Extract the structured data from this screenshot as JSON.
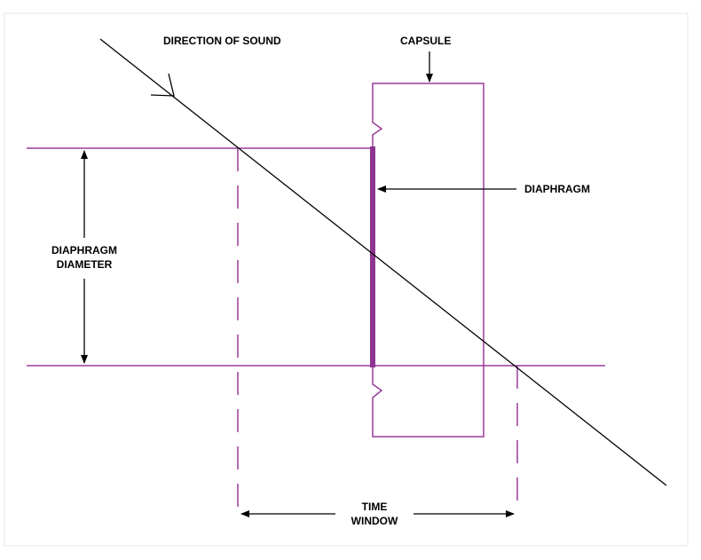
{
  "labels": {
    "direction_of_sound": "DIRECTION OF SOUND",
    "capsule": "CAPSULE",
    "diaphragm": "DIAPHRAGM",
    "diaphragm_diameter_line1": "DIAPHRAGM",
    "diaphragm_diameter_line2": "DIAMETER",
    "time_window_line1": "TIME",
    "time_window_line2": "WINDOW"
  },
  "colors": {
    "purple": "#9b3a9b",
    "diaphragm": "#8e3592",
    "ink": "#000000"
  }
}
